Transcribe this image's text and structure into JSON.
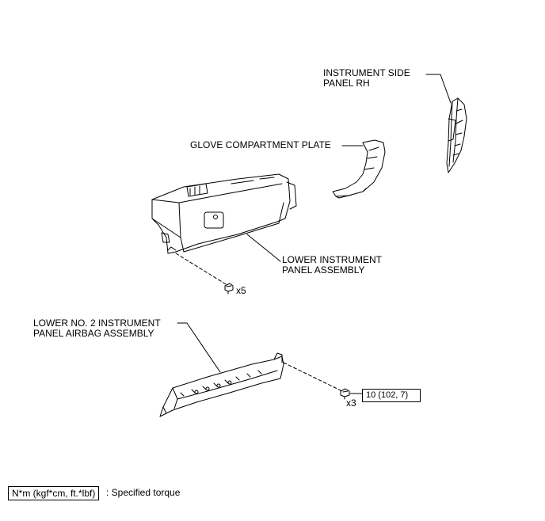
{
  "labels": {
    "instrument_side_panel_rh": [
      "INSTRUMENT SIDE",
      "PANEL RH"
    ],
    "glove_compartment_plate": "GLOVE COMPARTMENT PLATE",
    "lower_instrument_panel_assembly": [
      "LOWER INSTRUMENT",
      "PANEL ASSEMBLY"
    ],
    "lower_no2_instrument_panel_airbag_assembly": [
      "LOWER NO. 2 INSTRUMENT",
      "PANEL AIRBAG ASSEMBLY"
    ]
  },
  "fasteners": {
    "screw_qty": "x5",
    "bolt_qty": "x3",
    "bolt_torque": "10 (102, 7)"
  },
  "legend": {
    "torque_unit": "N*m (kgf*cm, ft.*lbf)",
    "description": ": Specified torque"
  }
}
